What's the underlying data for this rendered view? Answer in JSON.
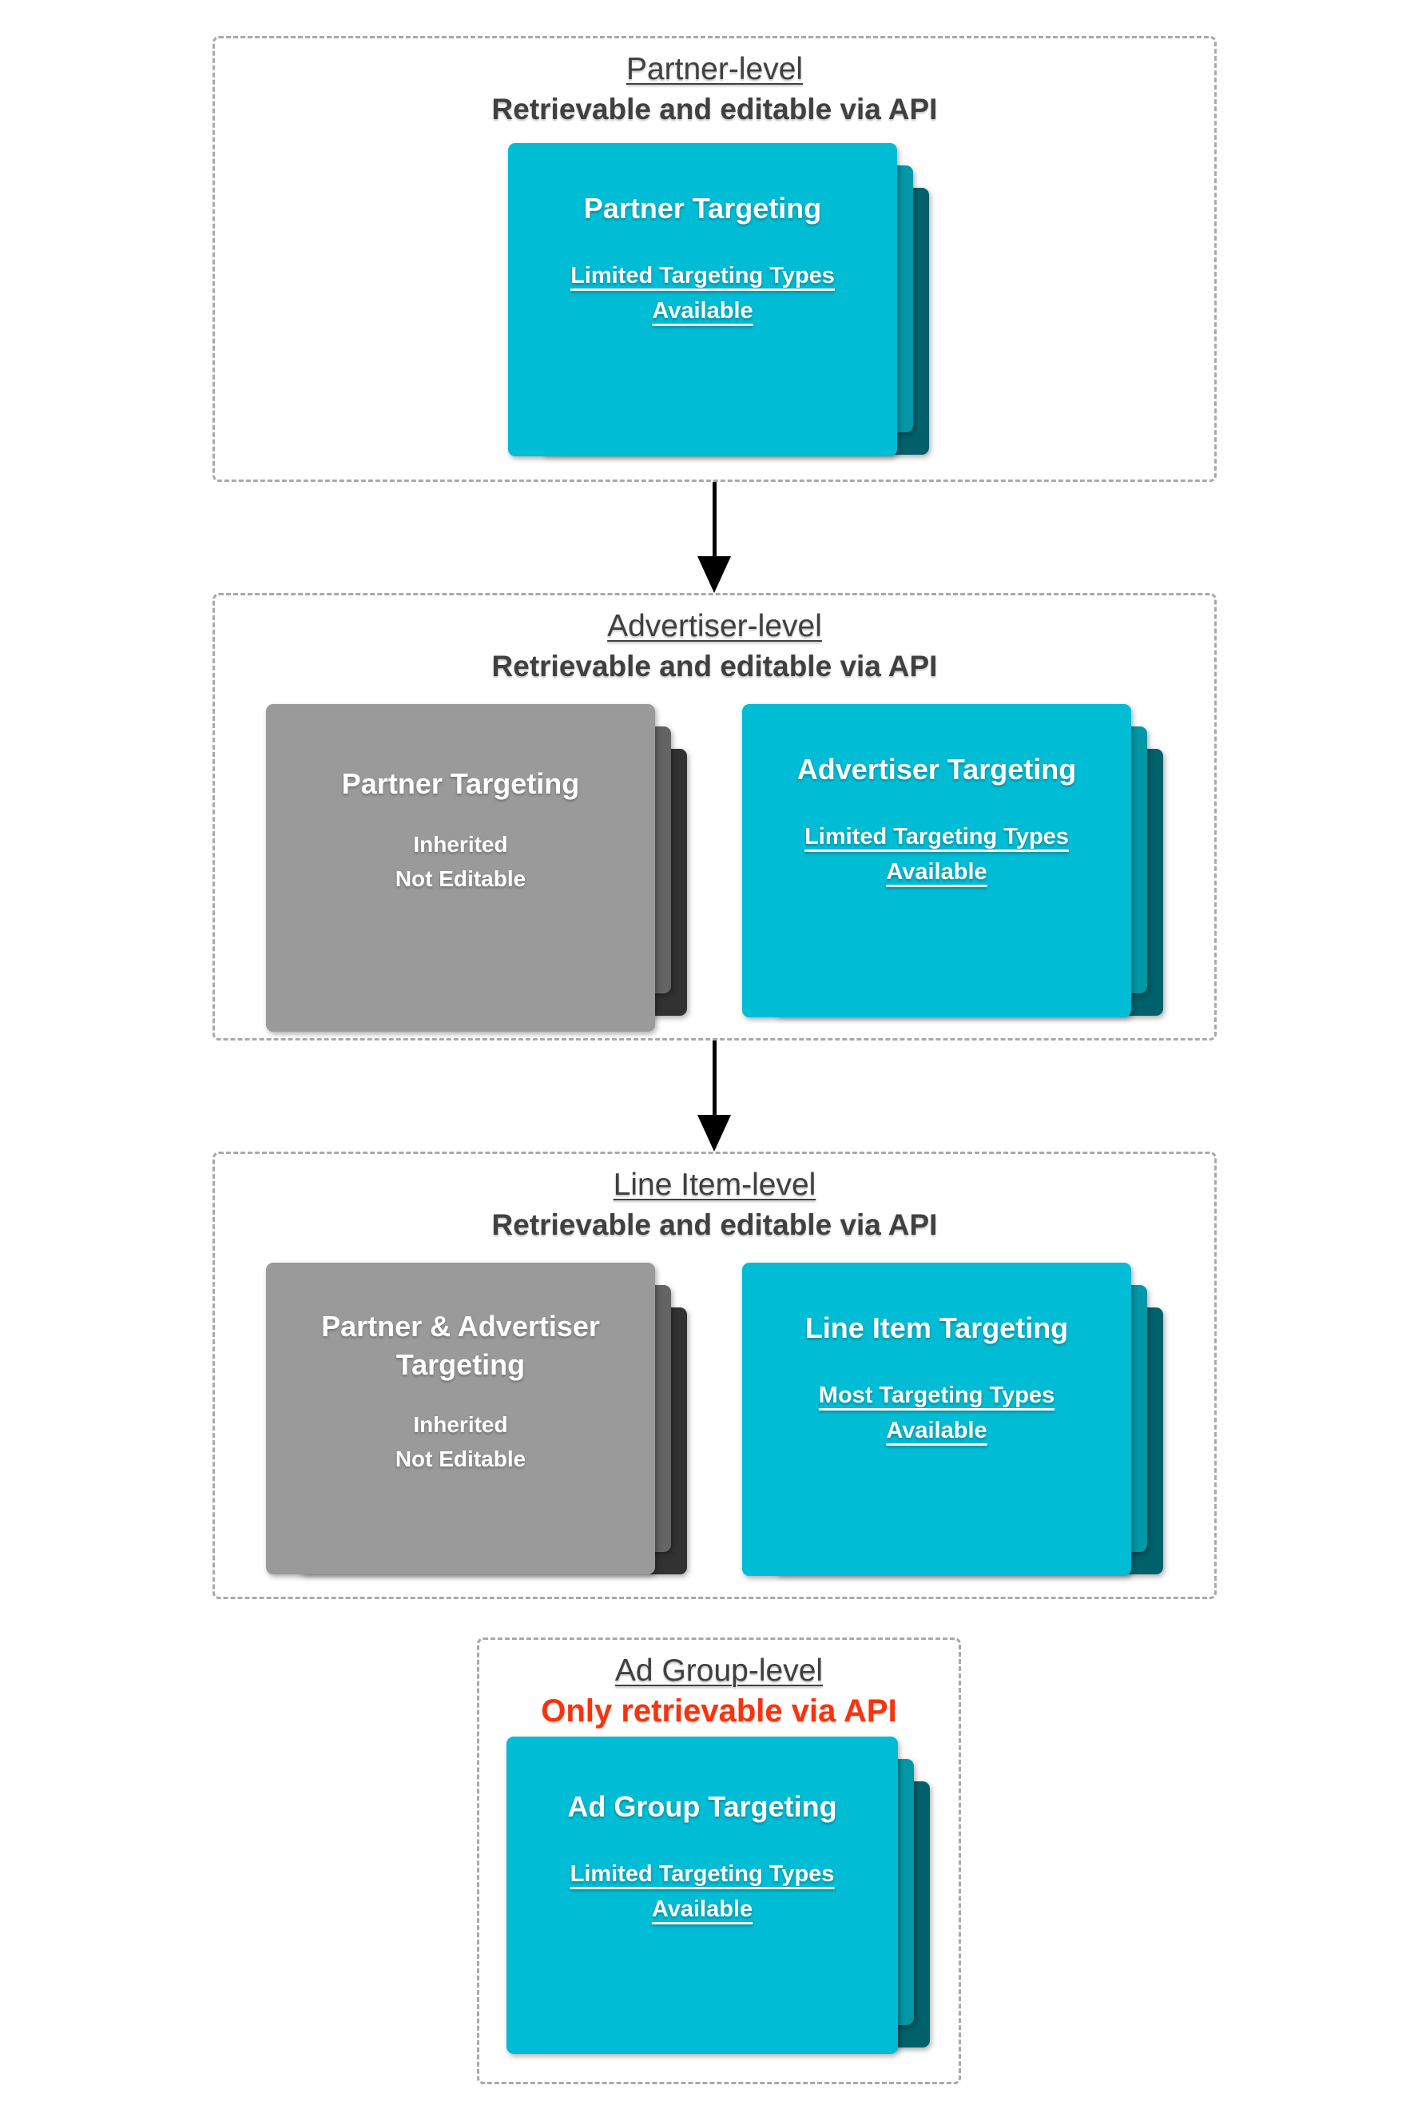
{
  "colors": {
    "teal_front": "#00bcd4",
    "teal_mid": "#0097a7",
    "teal_back": "#00616b",
    "gray_front": "#9a9a9a",
    "gray_mid": "#646464",
    "gray_back": "#323232",
    "heading": "#404040",
    "red": "#f8330d",
    "dashed_border": "#a9a9a9"
  },
  "sections": [
    {
      "title": "Partner-level",
      "subtitle": "Retrievable and editable via API",
      "cards": [
        {
          "title": "Partner Targeting",
          "subtitle": "Limited Targeting Types Available"
        }
      ]
    },
    {
      "title": "Advertiser-level",
      "subtitle": "Retrievable and editable via API",
      "cards": [
        {
          "title": "Partner Targeting",
          "lines": [
            "Inherited",
            "Not Editable"
          ]
        },
        {
          "title": "Advertiser Targeting",
          "subtitle": "Limited Targeting Types Available"
        }
      ]
    },
    {
      "title": "Line Item-level",
      "subtitle": "Retrievable and editable via API",
      "cards": [
        {
          "title": "Partner & Advertiser Targeting",
          "lines": [
            "Inherited",
            "Not Editable"
          ]
        },
        {
          "title": "Line Item Targeting",
          "subtitle": "Most Targeting Types Available"
        }
      ]
    },
    {
      "title": "Ad Group-level",
      "subtitle": "Only retrievable via API",
      "cards": [
        {
          "title": "Ad Group Targeting",
          "subtitle": "Limited Targeting Types Available"
        }
      ]
    }
  ]
}
